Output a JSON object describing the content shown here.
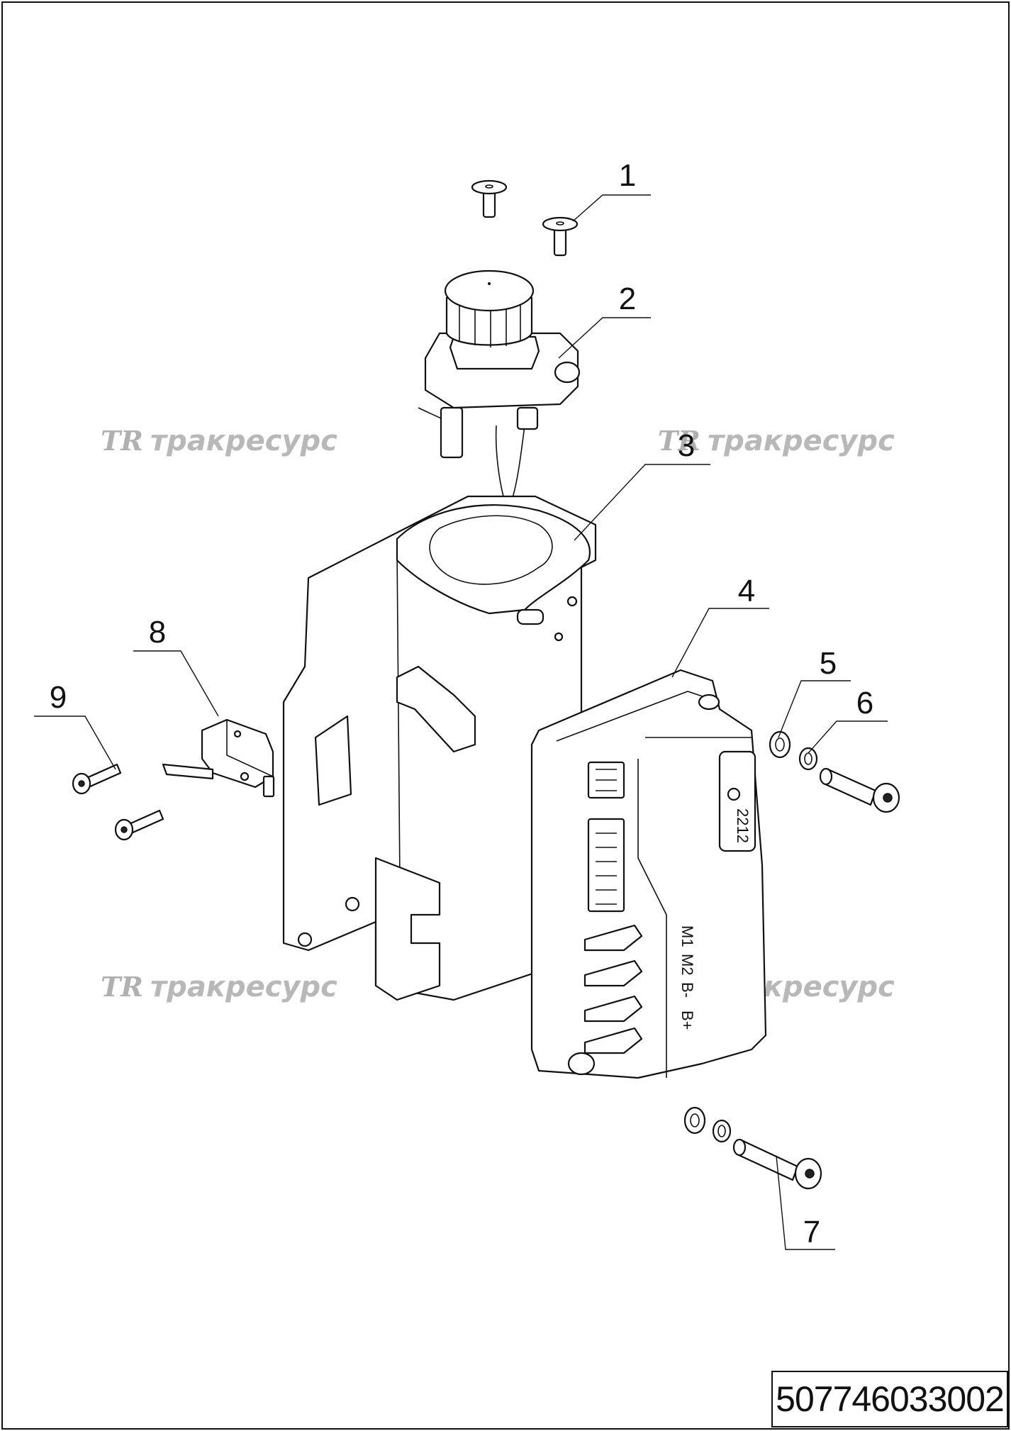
{
  "drawing": {
    "document_number": "507746033002",
    "watermark_text": "тракресурс",
    "watermark_logo": "TR",
    "callouts": [
      {
        "number": "1"
      },
      {
        "number": "2"
      },
      {
        "number": "3"
      },
      {
        "number": "4"
      },
      {
        "number": "5"
      },
      {
        "number": "6"
      },
      {
        "number": "7"
      },
      {
        "number": "8"
      },
      {
        "number": "9"
      }
    ],
    "controller_labels": {
      "model_text": "2212",
      "terminal_b_minus": "B-",
      "terminal_b_plus": "B+",
      "terminal_m1": "M1",
      "terminal_m2": "M2"
    }
  }
}
